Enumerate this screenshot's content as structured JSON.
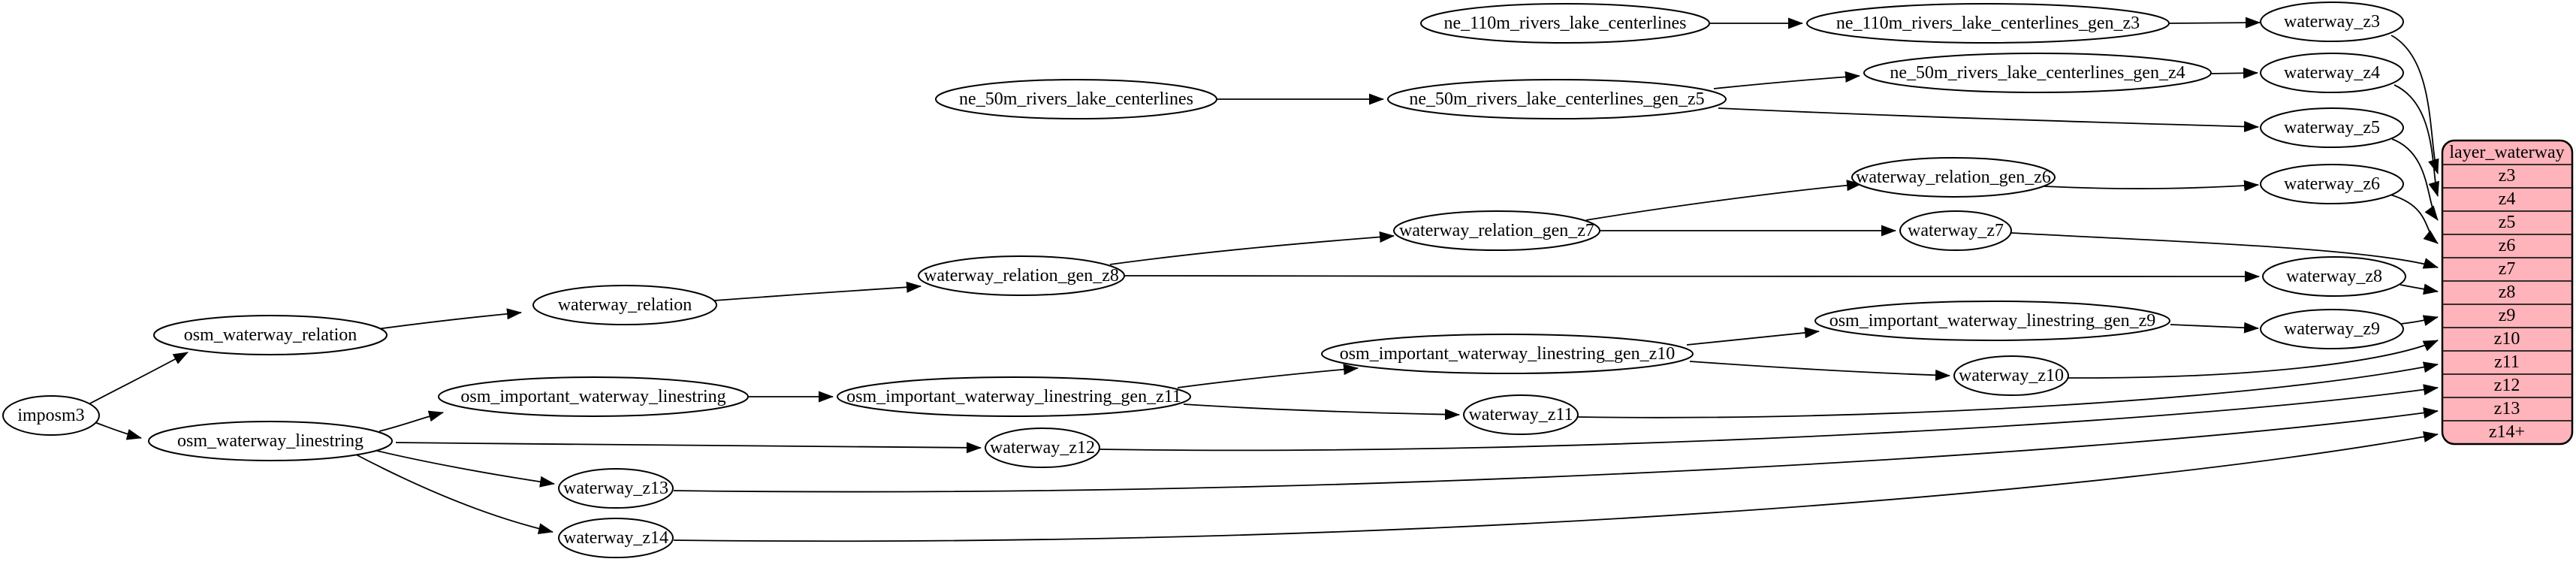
{
  "diagram": {
    "kind": "etl-dependency-graph",
    "layer_name": "layer_waterway"
  },
  "colors": {
    "node_fill": "#ffffff",
    "node_stroke": "#000000",
    "edge_stroke": "#000000",
    "table_fill": "#ffb3ba",
    "table_stroke": "#000000",
    "background": "#ffffff"
  },
  "nodes": {
    "imposm3": {
      "label": "imposm3"
    },
    "osm_waterway_relation": {
      "label": "osm_waterway_relation"
    },
    "osm_waterway_linestring": {
      "label": "osm_waterway_linestring"
    },
    "waterway_relation": {
      "label": "waterway_relation"
    },
    "osm_important_waterway_linestring": {
      "label": "osm_important_waterway_linestring"
    },
    "waterway_relation_gen_z8": {
      "label": "waterway_relation_gen_z8"
    },
    "waterway_relation_gen_z7": {
      "label": "waterway_relation_gen_z7"
    },
    "waterway_relation_gen_z6": {
      "label": "waterway_relation_gen_z6"
    },
    "osm_important_waterway_linestring_gen_z11": {
      "label": "osm_important_waterway_linestring_gen_z11"
    },
    "osm_important_waterway_linestring_gen_z10": {
      "label": "osm_important_waterway_linestring_gen_z10"
    },
    "osm_important_waterway_linestring_gen_z9": {
      "label": "osm_important_waterway_linestring_gen_z9"
    },
    "ne_110m_rivers_lake_centerlines": {
      "label": "ne_110m_rivers_lake_centerlines"
    },
    "ne_110m_rivers_lake_centerlines_gen_z3": {
      "label": "ne_110m_rivers_lake_centerlines_gen_z3"
    },
    "ne_50m_rivers_lake_centerlines": {
      "label": "ne_50m_rivers_lake_centerlines"
    },
    "ne_50m_rivers_lake_centerlines_gen_z5": {
      "label": "ne_50m_rivers_lake_centerlines_gen_z5"
    },
    "ne_50m_rivers_lake_centerlines_gen_z4": {
      "label": "ne_50m_rivers_lake_centerlines_gen_z4"
    },
    "waterway_z3": {
      "label": "waterway_z3"
    },
    "waterway_z4": {
      "label": "waterway_z4"
    },
    "waterway_z5": {
      "label": "waterway_z5"
    },
    "waterway_z6": {
      "label": "waterway_z6"
    },
    "waterway_z7": {
      "label": "waterway_z7"
    },
    "waterway_z8": {
      "label": "waterway_z8"
    },
    "waterway_z9": {
      "label": "waterway_z9"
    },
    "waterway_z10": {
      "label": "waterway_z10"
    },
    "waterway_z11": {
      "label": "waterway_z11"
    },
    "waterway_z12": {
      "label": "waterway_z12"
    },
    "waterway_z13": {
      "label": "waterway_z13"
    },
    "waterway_z14": {
      "label": "waterway_z14"
    }
  },
  "table": {
    "title": "layer_waterway",
    "rows": [
      "z3",
      "z4",
      "z5",
      "z6",
      "z7",
      "z8",
      "z9",
      "z10",
      "z11",
      "z12",
      "z13",
      "z14+"
    ]
  },
  "edges": [
    {
      "from": "imposm3",
      "to": "osm_waterway_relation"
    },
    {
      "from": "imposm3",
      "to": "osm_waterway_linestring"
    },
    {
      "from": "osm_waterway_relation",
      "to": "waterway_relation"
    },
    {
      "from": "waterway_relation",
      "to": "waterway_relation_gen_z8"
    },
    {
      "from": "waterway_relation_gen_z8",
      "to": "waterway_relation_gen_z7"
    },
    {
      "from": "waterway_relation_gen_z8",
      "to": "waterway_z8"
    },
    {
      "from": "waterway_relation_gen_z7",
      "to": "waterway_relation_gen_z6"
    },
    {
      "from": "waterway_relation_gen_z7",
      "to": "waterway_z7"
    },
    {
      "from": "waterway_relation_gen_z6",
      "to": "waterway_z6"
    },
    {
      "from": "ne_110m_rivers_lake_centerlines",
      "to": "ne_110m_rivers_lake_centerlines_gen_z3"
    },
    {
      "from": "ne_110m_rivers_lake_centerlines_gen_z3",
      "to": "waterway_z3"
    },
    {
      "from": "ne_50m_rivers_lake_centerlines",
      "to": "ne_50m_rivers_lake_centerlines_gen_z5"
    },
    {
      "from": "ne_50m_rivers_lake_centerlines_gen_z5",
      "to": "ne_50m_rivers_lake_centerlines_gen_z4"
    },
    {
      "from": "ne_50m_rivers_lake_centerlines_gen_z5",
      "to": "waterway_z5"
    },
    {
      "from": "ne_50m_rivers_lake_centerlines_gen_z4",
      "to": "waterway_z4"
    },
    {
      "from": "osm_waterway_linestring",
      "to": "osm_important_waterway_linestring"
    },
    {
      "from": "osm_waterway_linestring",
      "to": "waterway_z12"
    },
    {
      "from": "osm_waterway_linestring",
      "to": "waterway_z13"
    },
    {
      "from": "osm_waterway_linestring",
      "to": "waterway_z14"
    },
    {
      "from": "osm_important_waterway_linestring",
      "to": "osm_important_waterway_linestring_gen_z11"
    },
    {
      "from": "osm_important_waterway_linestring_gen_z11",
      "to": "osm_important_waterway_linestring_gen_z10"
    },
    {
      "from": "osm_important_waterway_linestring_gen_z11",
      "to": "waterway_z11"
    },
    {
      "from": "osm_important_waterway_linestring_gen_z10",
      "to": "osm_important_waterway_linestring_gen_z9"
    },
    {
      "from": "osm_important_waterway_linestring_gen_z10",
      "to": "waterway_z10"
    },
    {
      "from": "osm_important_waterway_linestring_gen_z9",
      "to": "waterway_z9"
    },
    {
      "from": "waterway_z3",
      "to": "layer_waterway.z3"
    },
    {
      "from": "waterway_z4",
      "to": "layer_waterway.z4"
    },
    {
      "from": "waterway_z5",
      "to": "layer_waterway.z5"
    },
    {
      "from": "waterway_z6",
      "to": "layer_waterway.z6"
    },
    {
      "from": "waterway_z7",
      "to": "layer_waterway.z7"
    },
    {
      "from": "waterway_z8",
      "to": "layer_waterway.z8"
    },
    {
      "from": "waterway_z9",
      "to": "layer_waterway.z9"
    },
    {
      "from": "waterway_z10",
      "to": "layer_waterway.z10"
    },
    {
      "from": "waterway_z11",
      "to": "layer_waterway.z11"
    },
    {
      "from": "waterway_z12",
      "to": "layer_waterway.z12"
    },
    {
      "from": "waterway_z13",
      "to": "layer_waterway.z13"
    },
    {
      "from": "waterway_z14",
      "to": "layer_waterway.z14+"
    }
  ]
}
